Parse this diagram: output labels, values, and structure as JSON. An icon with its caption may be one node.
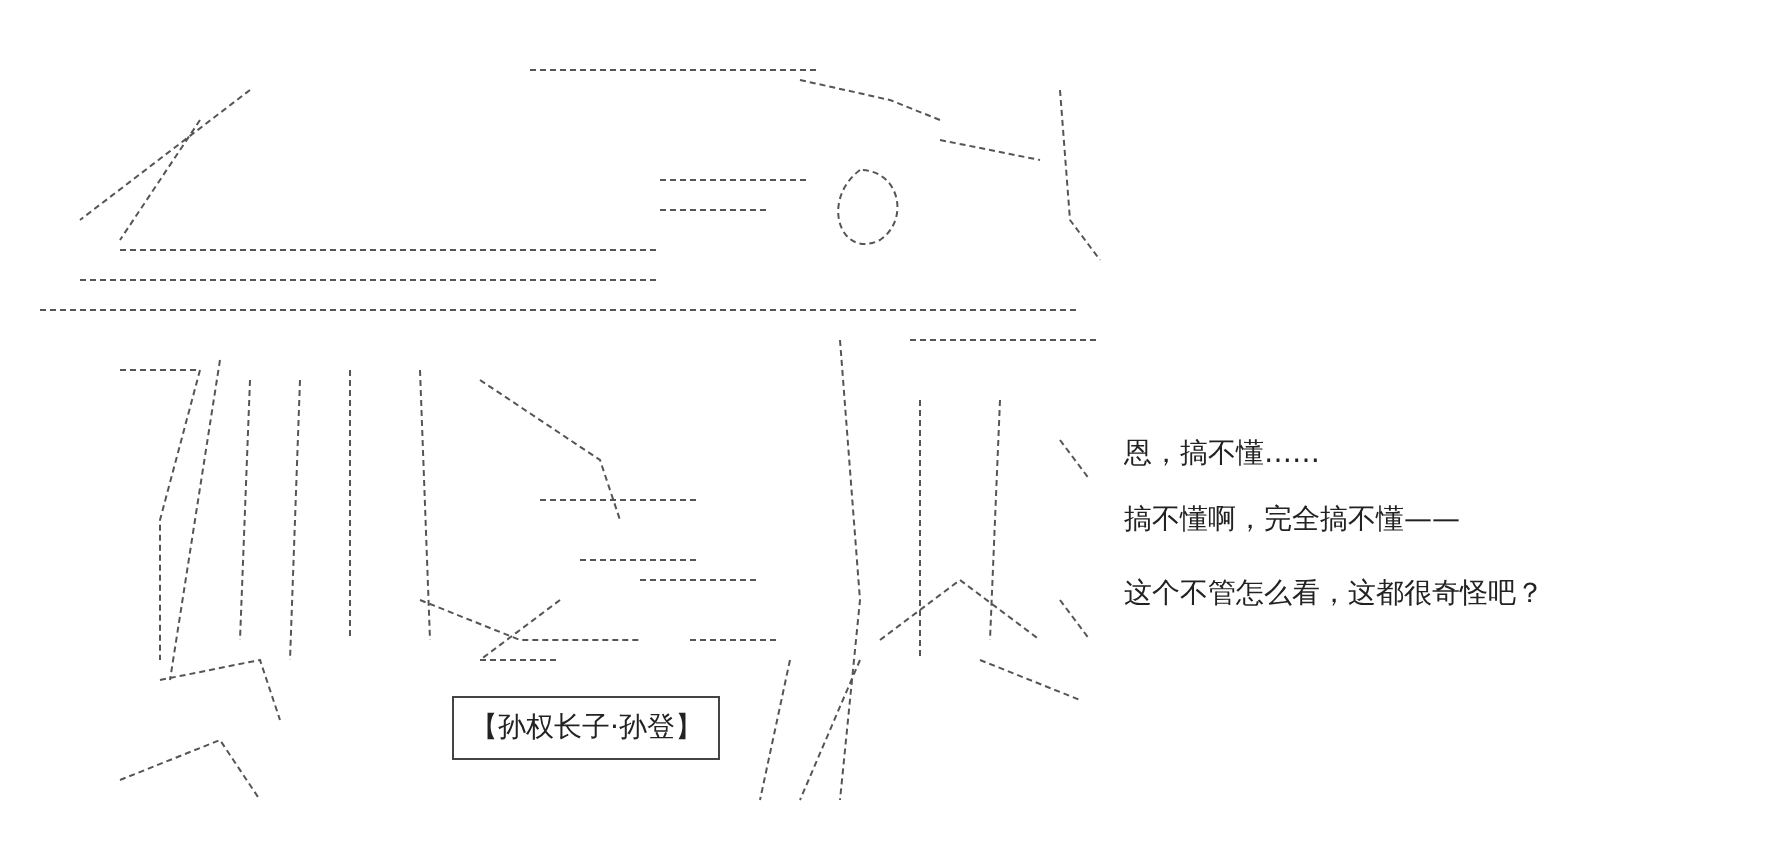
{
  "diagram": {
    "nodes": [
      {
        "text": [
          "【孙权长子·孙登】"
        ]
      }
    ],
    "labels": [
      "恩，搞不懂……",
      "搞不懂啊，完全搞不懂——",
      "这个不管怎么看，这都很奇怪吧？"
    ]
  }
}
